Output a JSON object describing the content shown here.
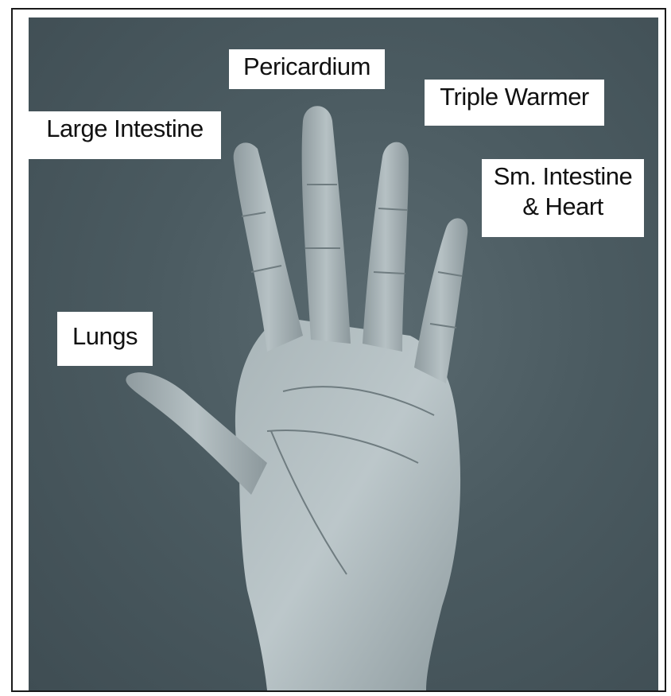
{
  "labels": {
    "pericardium": "Pericardium",
    "triple_warmer": "Triple Warmer",
    "large_intestine": "Large Intestine",
    "sm_intestine_line1": "Sm. Intestine",
    "sm_intestine_line2": "& Heart",
    "lungs": "Lungs"
  },
  "colors": {
    "background": "#4b5b61",
    "hand": "#b7c3c6",
    "label_bg": "#ffffff",
    "label_text": "#111111"
  }
}
